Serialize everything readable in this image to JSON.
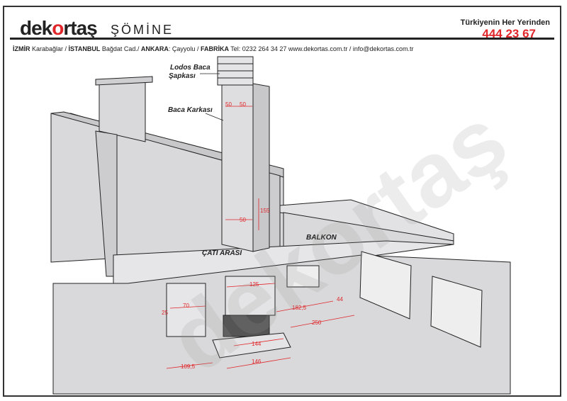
{
  "header": {
    "brand": "dekortaş",
    "brand_sub": "ŞÖMİNE",
    "hotline_label": "Türkiyenin Her Yerinden",
    "hotline_number": "444 23 67",
    "address": {
      "izmir": "İZMİR",
      "izmir_loc": " Karabağlar / ",
      "istanbul": "İSTANBUL",
      "istanbul_loc": " Bağdat Cad./ ",
      "ankara": "ANKARA",
      "ankara_loc": ": Çayyolu  / ",
      "fabrika": "FABRİKA",
      "contact": " Tel: 0232 264 34 27 www.dekortas.com.tr / info@dekortas.com.tr"
    }
  },
  "diagram": {
    "labels": {
      "cap": "Lodos Baca",
      "cap2": "Şapkası",
      "frame": "Baca Karkası",
      "attic": "ÇATI ARASI",
      "balcony": "BALKON"
    },
    "dims": {
      "d50a": "50",
      "d50b": "50",
      "d50c": "50",
      "d155": "155",
      "d125": "125",
      "d70": "70",
      "d25": "25",
      "d1825": "182,5",
      "d44": "44",
      "d250": "250",
      "d1095": "109,5",
      "d146": "146",
      "d144": "144"
    },
    "watermark": "dekortaş",
    "colors": {
      "accent": "#e0262a",
      "wall": "#d9d9db",
      "line": "#222222"
    }
  }
}
